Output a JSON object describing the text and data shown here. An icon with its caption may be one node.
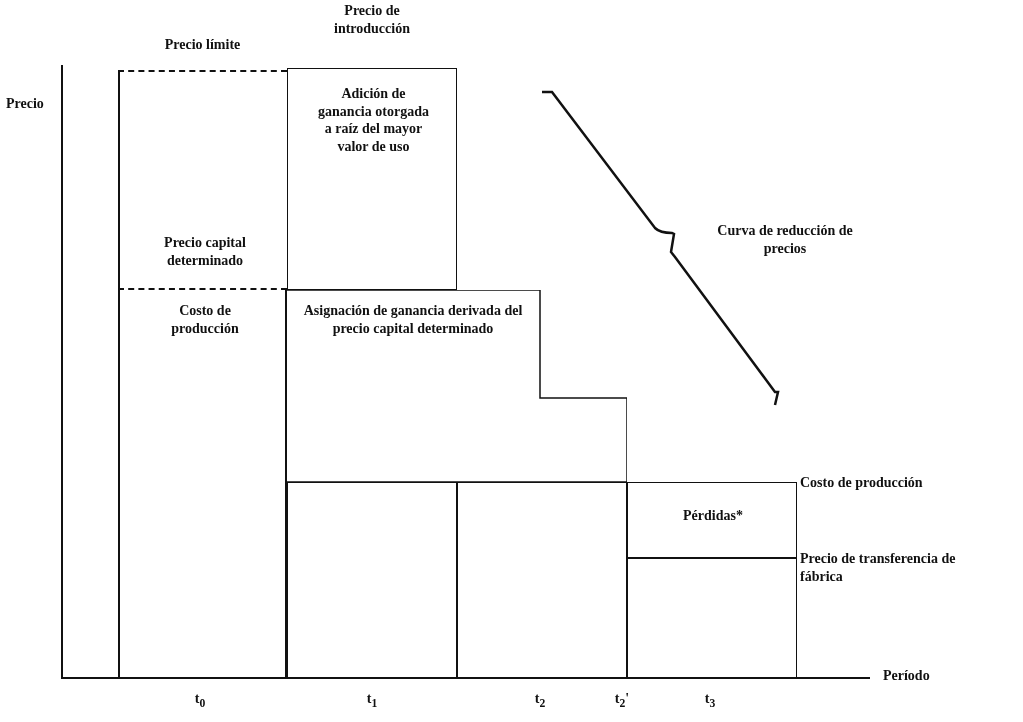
{
  "diagram": {
    "nodes": [
      {
        "text": [
          "Precio capital determinado"
        ]
      },
      {
        "text": [
          "Costo de producción"
        ]
      },
      {
        "text": [
          "Adición de ganancia otorgada a raíz del mayor valor de uso"
        ]
      },
      {
        "text": [
          "Asignación de ganancia derivada del precio capital determinado"
        ]
      },
      {
        "text": [],
        "shape": "box"
      },
      {
        "text": [],
        "shape": "box"
      },
      {
        "text": [
          "Pérdidas*"
        ]
      },
      {
        "text": [],
        "shape": "box"
      }
    ],
    "labels": [
      "Precio de introducción",
      "Precio límite",
      "Precio",
      "Curva de reducción de precios",
      "Costo de producción",
      "Precio de transferencia de fábrica",
      "Período",
      "t$_{0}$",
      "t$_{1}$",
      "t$_{2}$",
      "t$_{2}$'",
      "t$_{3}$"
    ]
  }
}
